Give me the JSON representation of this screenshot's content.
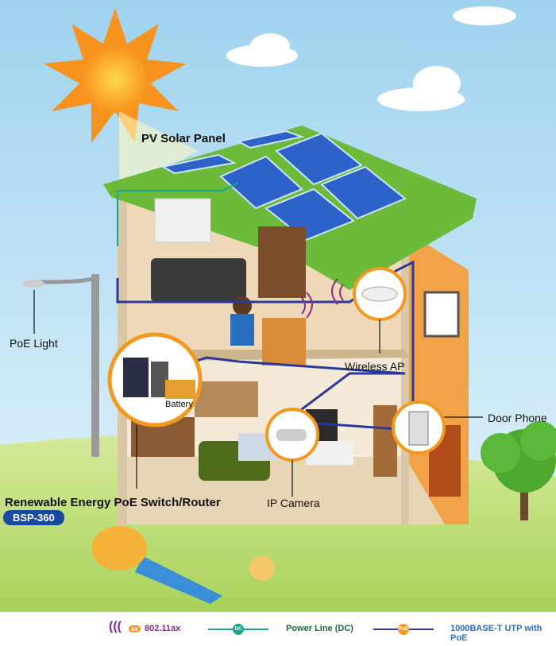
{
  "labels": {
    "pv_solar_panel": "PV Solar Panel",
    "poe_light": "PoE Light",
    "wireless_ap": "Wireless AP",
    "door_phone": "Door Phone",
    "battery": "Battery",
    "ip_camera": "IP Camera",
    "switch_router": "Renewable Energy PoE Switch/Router",
    "model_badge": "BSP-360",
    "dc_tag": "DC",
    "poe_tag": "PoE",
    "ax_tag": "ax"
  },
  "legend": {
    "wifi": {
      "tag": "ax",
      "label": "802.11ax"
    },
    "power": {
      "tag": "DC",
      "label": "Power Line (DC)"
    },
    "poe": {
      "tag": "PoE",
      "label": "1000BASE-T UTP with PoE"
    }
  },
  "colors": {
    "wifi": "#8a2a8a",
    "power": "#1aa58f",
    "poe": "#2b3a9a",
    "tag": "#f39a1e",
    "roof": "#6cba3a",
    "wall": "#f2a347"
  }
}
